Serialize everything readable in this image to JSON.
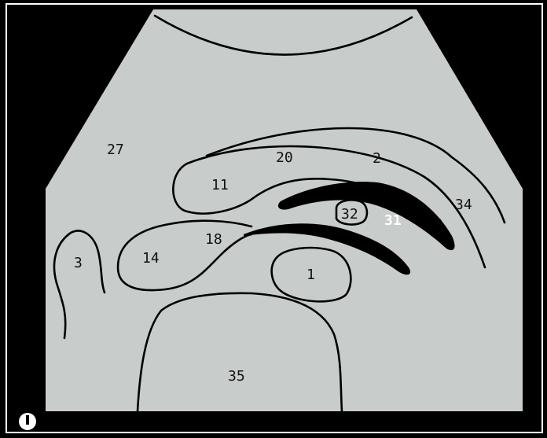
{
  "colors": {
    "frame": "#000000",
    "tissue": "#c8cccb",
    "line": "#000000",
    "label": "#111111",
    "label_on_dark": "#ffffff"
  },
  "labels": {
    "l27": "27",
    "l20": "20",
    "l2": "2",
    "l11": "11",
    "l34": "34",
    "l18": "18",
    "l14": "14",
    "l32": "32",
    "l31": "31",
    "l3": "3",
    "l1": "1",
    "l35": "35"
  },
  "icons": {
    "probe_marker": "orientation-marker-icon"
  }
}
